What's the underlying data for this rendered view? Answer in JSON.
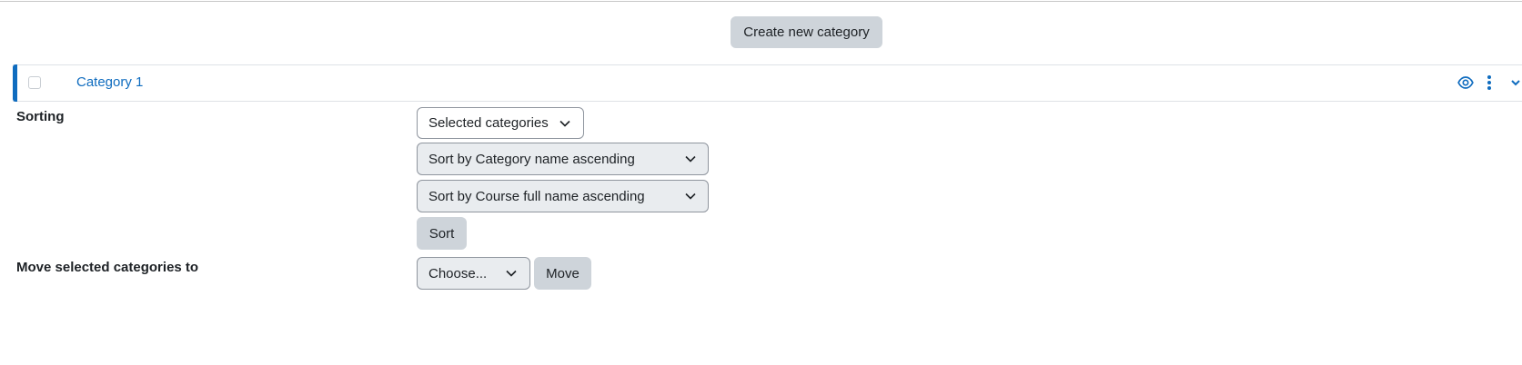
{
  "header": {
    "create_category_label": "Create new category"
  },
  "category_list": {
    "items": [
      {
        "name": "Category 1",
        "visible_icon": "eye-icon",
        "menu_icon": "kebab-icon"
      }
    ]
  },
  "sorting": {
    "label": "Sorting",
    "scope_select": "Selected categories",
    "category_sort_select": "Sort by Category name ascending",
    "course_sort_select": "Sort by Course full name ascending",
    "sort_button": "Sort"
  },
  "move": {
    "label": "Move selected categories to",
    "target_select": "Choose...",
    "move_button": "Move"
  },
  "colors": {
    "accent": "#0f6cbf",
    "button_secondary": "#ced4da",
    "select_grey": "#e9ecef",
    "text": "#1d2125"
  }
}
